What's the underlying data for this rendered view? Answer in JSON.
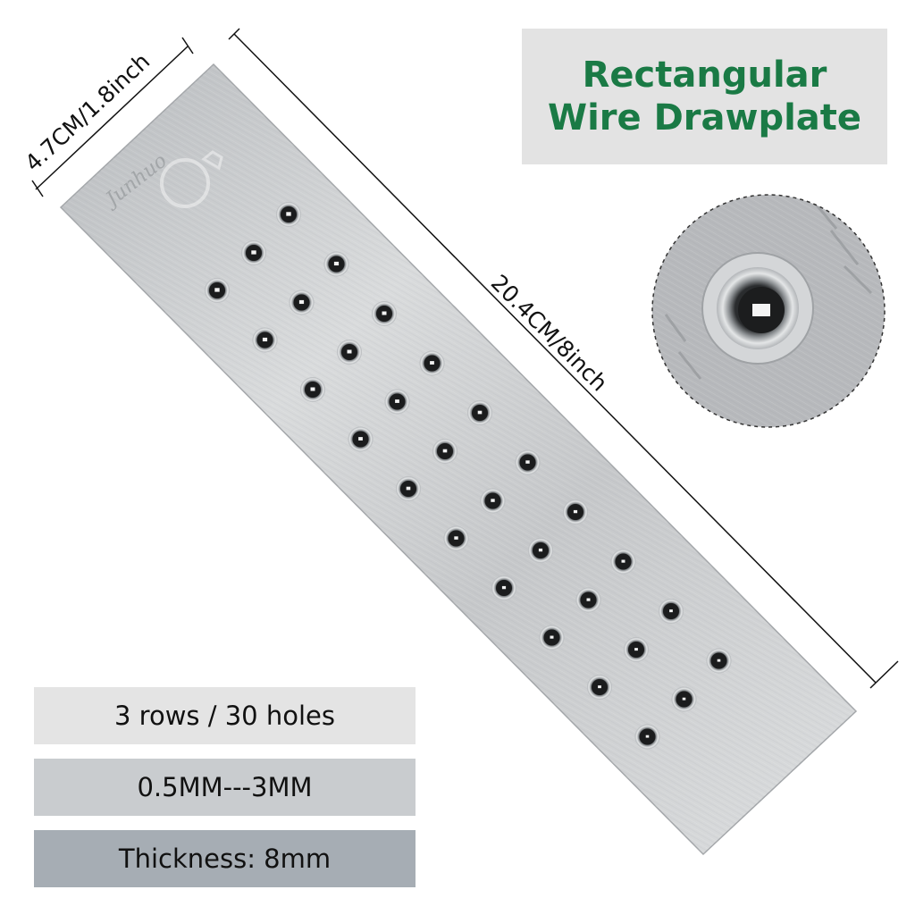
{
  "title": {
    "line1": "Rectangular",
    "line2": "Wire Drawplate"
  },
  "dimensions": {
    "width_label": "4.7CM/1.8inch",
    "length_label": "20.4CM/8inch"
  },
  "specs": {
    "rows_holes": "3 rows / 30 holes",
    "size_range": "0.5MM---3MM",
    "thickness": "Thickness: 8mm"
  },
  "plate": {
    "brand_script": "Junhuo",
    "hole_count": 30,
    "row_count": 3
  },
  "colors": {
    "title_green": "#1a7a45",
    "plate_steel": "#c9cbcd",
    "spec_bg_1": "#e4e4e4",
    "spec_bg_2": "#c9cccf",
    "spec_bg_3": "#a6adb4"
  }
}
